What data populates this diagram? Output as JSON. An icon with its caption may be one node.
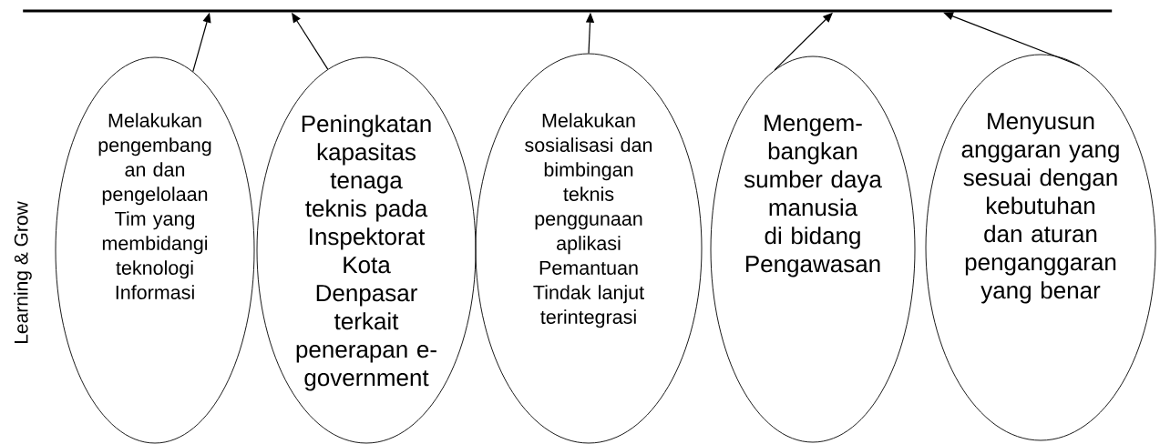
{
  "diagram": {
    "nodes": [
      {
        "text": [],
        "shape": "bar"
      },
      {
        "text": [
          "Melakukan pengembang an dan pengelolaan Tim yang membidangi teknologi Informasi"
        ]
      },
      {
        "text": [
          "Peningkatan kapasitas tenaga teknis pada Inspektorat Kota Denpasar terkait penerapan e- government"
        ]
      },
      {
        "text": [
          "Melakukan sosialisasi dan bimbingan teknis penggunaan aplikasi Pemantuan Tindak lanjut terintegrasi"
        ]
      },
      {
        "text": [
          "Mengem- bangkan sumber daya manusia di bidang Pengawasan"
        ]
      },
      {
        "text": [
          "Menyusun anggaran yang sesuai dengan kebutuhan dan aturan penganggaran yang benar"
        ]
      }
    ],
    "edges": [
      {
        "from": 1,
        "to": 0,
        "arrow": "to"
      },
      {
        "from": 2,
        "to": 0,
        "arrow": "to"
      },
      {
        "from": 3,
        "to": 0,
        "arrow": "to"
      },
      {
        "from": 4,
        "to": 0,
        "arrow": "to"
      },
      {
        "from": 5,
        "to": 0,
        "arrow": "to"
      }
    ],
    "labels": [
      "Learning & Grow"
    ]
  }
}
